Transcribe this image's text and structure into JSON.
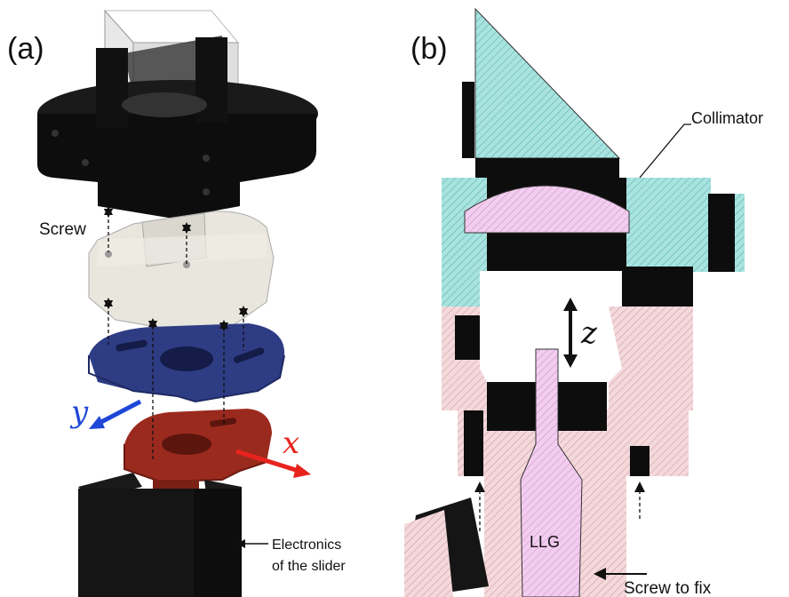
{
  "panels": {
    "a": {
      "label": "(a)"
    },
    "b": {
      "label": "(b)"
    }
  },
  "annotations": {
    "screw": "Screw",
    "electronics_line1": "Electronics",
    "electronics_line2": "of the slider",
    "collimator": "Collimator",
    "llg": "LLG",
    "screw_to_fix": "Screw to fix"
  },
  "axes": {
    "x": "x",
    "y": "y",
    "z": "z"
  },
  "colors": {
    "x_axis": "#e8231e",
    "y_axis": "#1f47d8",
    "collimator_hatch": "#8fd6d2",
    "base_hatch": "#f0c8cc",
    "llg_fill": "#f2c9ef",
    "black_part": "#0d0d0d",
    "gray_part": "#e7e4dc",
    "navy_part": "#2e3c84",
    "red_part": "#9b2a1e"
  }
}
